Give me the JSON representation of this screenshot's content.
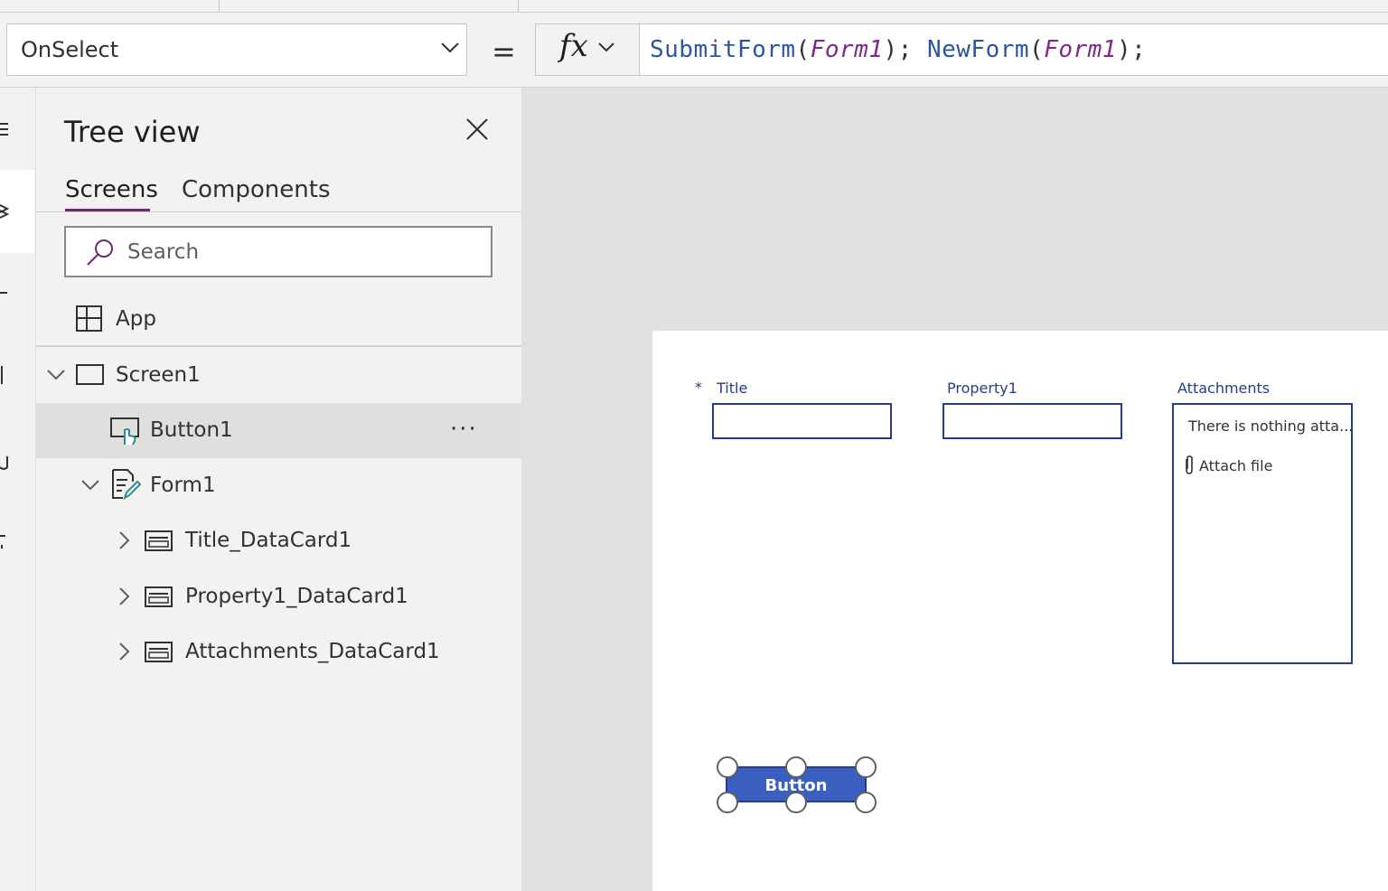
{
  "formula_bar": {
    "property": "OnSelect",
    "equals": "=",
    "fx_label": "fx",
    "formula_parts": {
      "fn1": "SubmitForm",
      "open1": "(",
      "arg1": "Form1",
      "close1": ");",
      "fn2": "NewForm",
      "open2": "(",
      "arg2": "Form1",
      "close2": ");"
    }
  },
  "tree_view": {
    "title": "Tree view",
    "tabs": [
      {
        "label": "Screens",
        "active": true
      },
      {
        "label": "Components",
        "active": false
      }
    ],
    "search_placeholder": "Search",
    "items": [
      {
        "label": "App",
        "icon": "app-icon",
        "depth": 0
      },
      {
        "label": "Screen1",
        "icon": "screen-icon",
        "depth": 0,
        "expanded": true
      },
      {
        "label": "Button1",
        "icon": "button-icon",
        "depth": 1,
        "selected": true
      },
      {
        "label": "Form1",
        "icon": "form-icon",
        "depth": 1,
        "expanded": true
      },
      {
        "label": "Title_DataCard1",
        "icon": "datacard-icon",
        "depth": 2,
        "expanded": false
      },
      {
        "label": "Property1_DataCard1",
        "icon": "datacard-icon",
        "depth": 2,
        "expanded": false
      },
      {
        "label": "Attachments_DataCard1",
        "icon": "datacard-icon",
        "depth": 2,
        "expanded": false
      }
    ],
    "more_menu": "···"
  },
  "canvas": {
    "form": {
      "required_marker": "*",
      "title_label": "Title",
      "property_label": "Property1",
      "attachments_label": "Attachments",
      "attachments_empty": "There is nothing atta...",
      "attach_file": "Attach file"
    },
    "button_label": "Button"
  },
  "colors": {
    "accent": "#742774",
    "form_border": "#2b3a8a",
    "button_fill": "#3b5fc0",
    "function_color": "#2b579a",
    "argument_color": "#7b2a8a"
  }
}
